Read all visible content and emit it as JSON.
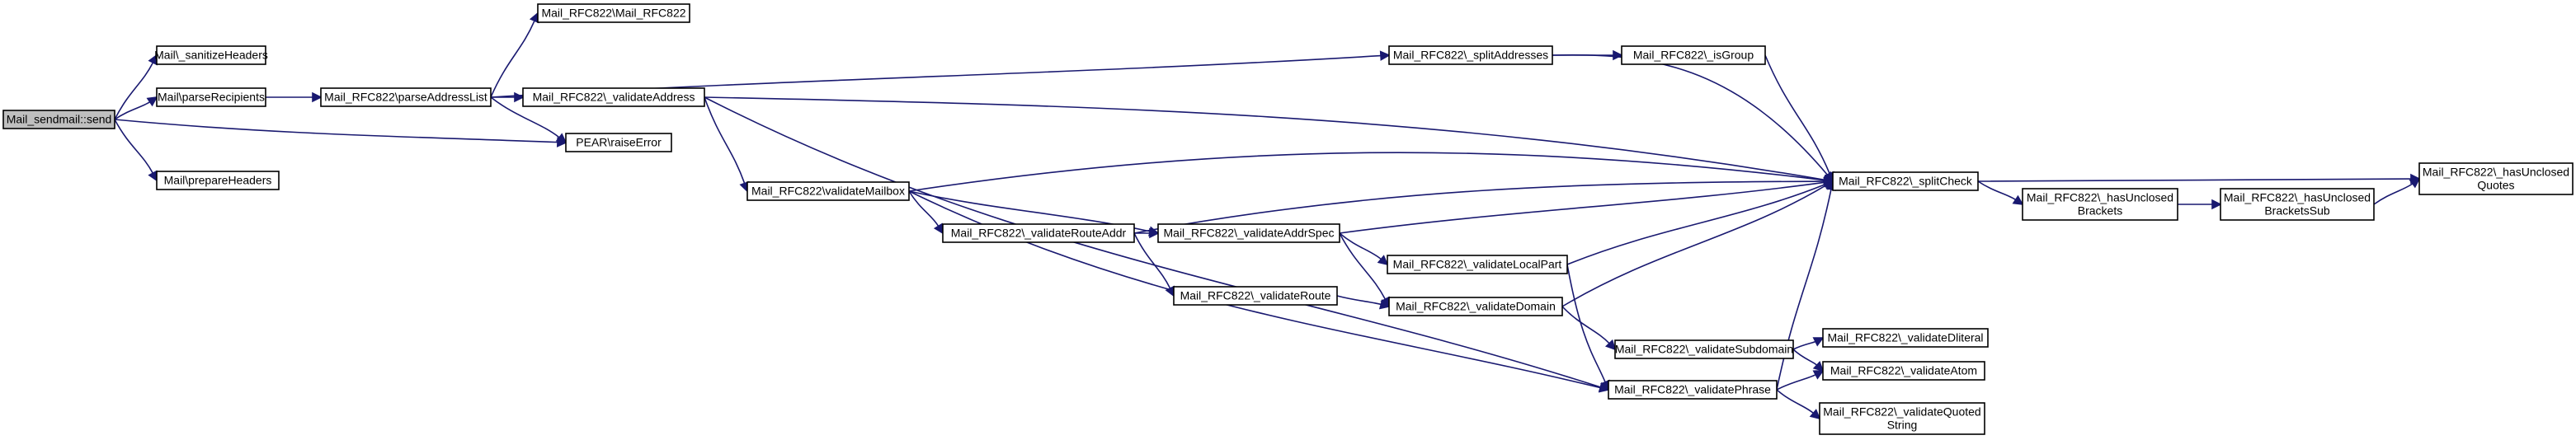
{
  "nodes": [
    {
      "id": "send",
      "lines": [
        "Mail_sendmail::send"
      ],
      "root": true
    },
    {
      "id": "sanitizeHeaders",
      "lines": [
        "Mail\\_sanitizeHeaders"
      ]
    },
    {
      "id": "parseRecipients",
      "lines": [
        "Mail\\parseRecipients"
      ]
    },
    {
      "id": "raiseError",
      "lines": [
        "PEAR\\raiseError"
      ]
    },
    {
      "id": "prepareHeaders",
      "lines": [
        "Mail\\prepareHeaders"
      ]
    },
    {
      "id": "parseAddressList",
      "lines": [
        "Mail_RFC822\\parseAddressList"
      ]
    },
    {
      "id": "ctor",
      "lines": [
        "Mail_RFC822\\Mail_RFC822"
      ]
    },
    {
      "id": "splitAddresses",
      "lines": [
        "Mail_RFC822\\_splitAddresses"
      ]
    },
    {
      "id": "validateAddress",
      "lines": [
        "Mail_RFC822\\_validateAddress"
      ]
    },
    {
      "id": "validateMailbox",
      "lines": [
        "Mail_RFC822\\validateMailbox"
      ]
    },
    {
      "id": "validatePhrase",
      "lines": [
        "Mail_RFC822\\_validatePhrase"
      ]
    },
    {
      "id": "splitCheck",
      "lines": [
        "Mail_RFC822\\_splitCheck"
      ]
    },
    {
      "id": "isGroup",
      "lines": [
        "Mail_RFC822\\_isGroup"
      ]
    },
    {
      "id": "validateAddrSpec",
      "lines": [
        "Mail_RFC822\\_validateAddrSpec"
      ]
    },
    {
      "id": "validateRouteAddr",
      "lines": [
        "Mail_RFC822\\_validateRouteAddr"
      ]
    },
    {
      "id": "validateLocalPart",
      "lines": [
        "Mail_RFC822\\_validateLocalPart"
      ]
    },
    {
      "id": "validateDomain",
      "lines": [
        "Mail_RFC822\\_validateDomain"
      ]
    },
    {
      "id": "validateRoute",
      "lines": [
        "Mail_RFC822\\_validateRoute"
      ]
    },
    {
      "id": "validateSubdomain",
      "lines": [
        "Mail_RFC822\\_validateSubdomain"
      ]
    },
    {
      "id": "validateDliteral",
      "lines": [
        "Mail_RFC822\\_validateDliteral"
      ]
    },
    {
      "id": "validateAtom",
      "lines": [
        "Mail_RFC822\\_validateAtom"
      ]
    },
    {
      "id": "validateQuotedString",
      "lines": [
        "Mail_RFC822\\_validateQuoted",
        "String"
      ]
    },
    {
      "id": "hasUnclosedBrackets",
      "lines": [
        "Mail_RFC822\\_hasUnclosed",
        "Brackets"
      ]
    },
    {
      "id": "hasUnclosedBracketsSub",
      "lines": [
        "Mail_RFC822\\_hasUnclosed",
        "BracketsSub"
      ]
    },
    {
      "id": "hasUnclosedQuotes",
      "lines": [
        "Mail_RFC822\\_hasUnclosed",
        "Quotes"
      ]
    }
  ],
  "edges": [
    [
      "send",
      "sanitizeHeaders"
    ],
    [
      "send",
      "parseRecipients"
    ],
    [
      "send",
      "raiseError"
    ],
    [
      "send",
      "prepareHeaders"
    ],
    [
      "parseRecipients",
      "parseAddressList"
    ],
    [
      "parseAddressList",
      "ctor"
    ],
    [
      "parseAddressList",
      "splitAddresses"
    ],
    [
      "parseAddressList",
      "validateAddress"
    ],
    [
      "parseAddressList",
      "raiseError"
    ],
    [
      "splitAddresses",
      "isGroup"
    ],
    [
      "splitAddresses",
      "splitCheck"
    ],
    [
      "isGroup",
      "splitCheck"
    ],
    [
      "validateAddress",
      "splitCheck"
    ],
    [
      "validateAddress",
      "validateMailbox"
    ],
    [
      "validateAddress",
      "validatePhrase"
    ],
    [
      "validateMailbox",
      "splitCheck"
    ],
    [
      "validateMailbox",
      "validateAddrSpec"
    ],
    [
      "validateMailbox",
      "validateRouteAddr"
    ],
    [
      "validateMailbox",
      "validatePhrase"
    ],
    [
      "validateRouteAddr",
      "splitCheck"
    ],
    [
      "validateRouteAddr",
      "validateAddrSpec"
    ],
    [
      "validateRouteAddr",
      "validateRoute"
    ],
    [
      "validateAddrSpec",
      "splitCheck"
    ],
    [
      "validateAddrSpec",
      "validateLocalPart"
    ],
    [
      "validateAddrSpec",
      "validateDomain"
    ],
    [
      "validateRoute",
      "validateDomain"
    ],
    [
      "validateLocalPart",
      "splitCheck"
    ],
    [
      "validateLocalPart",
      "validatePhrase"
    ],
    [
      "validateDomain",
      "splitCheck"
    ],
    [
      "validateDomain",
      "validateSubdomain"
    ],
    [
      "validateSubdomain",
      "validateDliteral"
    ],
    [
      "validateSubdomain",
      "validateAtom"
    ],
    [
      "validatePhrase",
      "splitCheck"
    ],
    [
      "validatePhrase",
      "validateAtom"
    ],
    [
      "validatePhrase",
      "validateQuotedString"
    ],
    [
      "splitCheck",
      "hasUnclosedBrackets"
    ],
    [
      "splitCheck",
      "hasUnclosedQuotes"
    ],
    [
      "hasUnclosedBrackets",
      "hasUnclosedBracketsSub"
    ],
    [
      "hasUnclosedBracketsSub",
      "hasUnclosedQuotes"
    ]
  ],
  "colors": {
    "edge": "#191970",
    "root_fill": "#bfbfbf",
    "node_fill": "#ffffff",
    "node_border": "#000000"
  }
}
